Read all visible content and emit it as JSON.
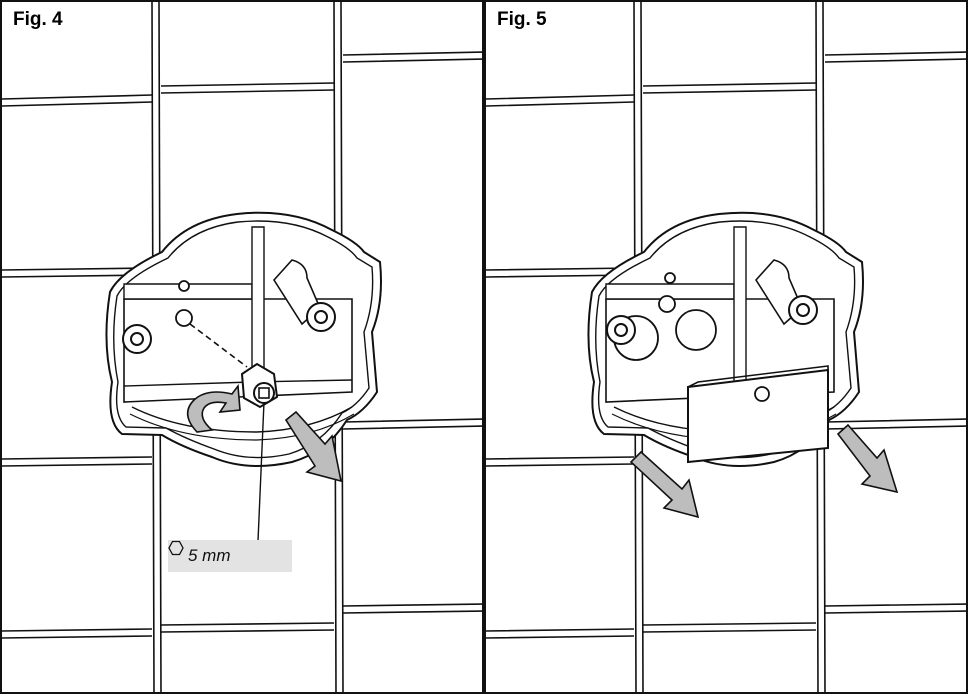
{
  "figures": [
    {
      "label": "Fig. 4"
    },
    {
      "label": "Fig. 5"
    }
  ],
  "callout": {
    "text": "5 mm",
    "icon": "hex-key-icon"
  },
  "colors": {
    "line": "#111111",
    "arrow_fill": "#bdbdbd",
    "callout_bg": "#e3e3e3"
  }
}
